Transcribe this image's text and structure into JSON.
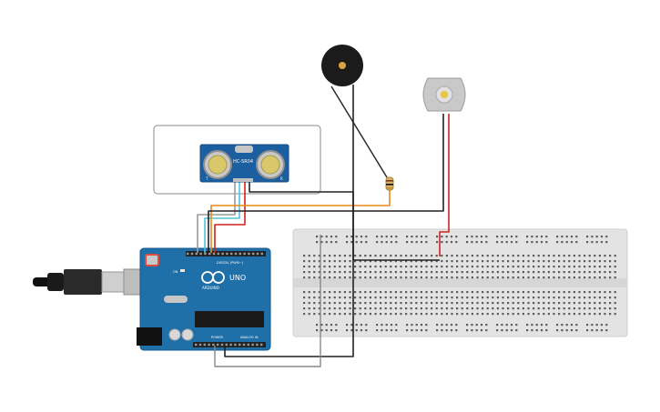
{
  "components": {
    "ultrasonic_sensor": {
      "model_label": "HC-SR04",
      "left_mark": "T",
      "right_mark": "R"
    },
    "arduino": {
      "brand": "ARDUINO",
      "model": "UNO",
      "digital_label": "DIGITAL (PWM~)",
      "power_label": "POWER",
      "analog_label": "ANALOG IN",
      "on_label": "ON"
    },
    "piezo_buzzer": {},
    "dc_motor": {},
    "resistor": {},
    "breadboard": {},
    "usb_cable": {}
  },
  "colors": {
    "arduino_board": "#1f6fa8",
    "breadboard": "#e3e3e3",
    "sensor_board": "#1c5fa0",
    "wire_black": "#222222",
    "wire_red": "#d0241f",
    "wire_orange": "#e8891b",
    "wire_cyan": "#52c3d6",
    "wire_gray": "#888888"
  }
}
